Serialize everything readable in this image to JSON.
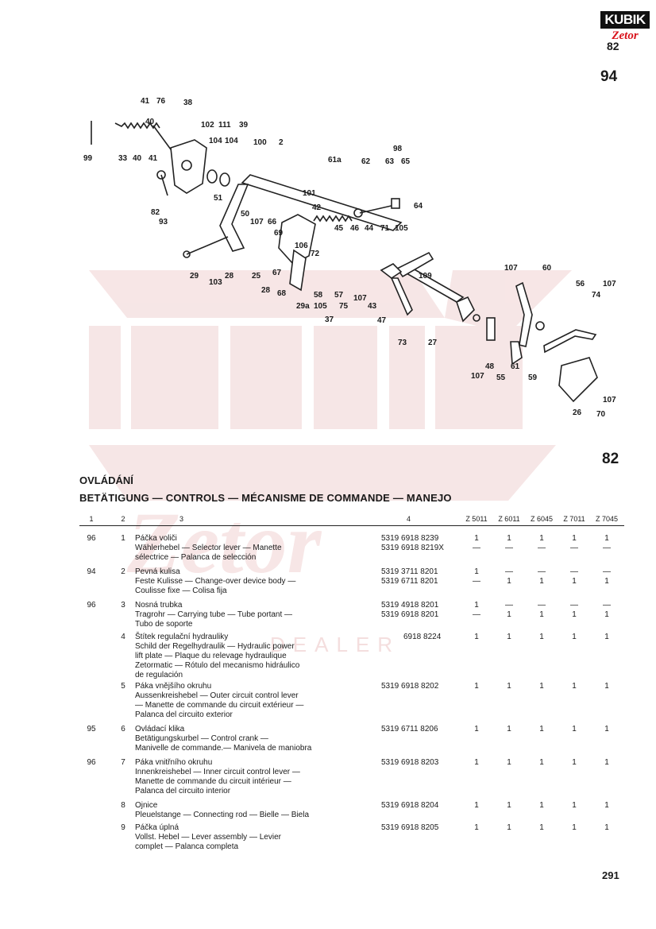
{
  "logo": {
    "line1": "KUBIK",
    "line2": "Zetor",
    "line3": "82"
  },
  "page_number_top": "94",
  "figure_number": "82",
  "section": {
    "title_cz": "OVLÁDÁNÍ",
    "title_multi": "BETÄTIGUNG — CONTROLS — MÉCANISME DE COMMANDE — MANEJO"
  },
  "table": {
    "headers": [
      "1",
      "2",
      "3",
      "4",
      "Z 5011",
      "Z 6011",
      "Z 6045",
      "Z 7011",
      "Z 7045"
    ],
    "rows": [
      {
        "fig": "96",
        "pos": "1",
        "desc": [
          "Páčka voliči",
          "Wählerhebel — Selector lever — Manette",
          "sélectrice — Palanca de selección"
        ],
        "parts": [
          {
            "no": "5319 6918 8239",
            "qty": [
              "1",
              "1",
              "1",
              "1",
              "1"
            ]
          },
          {
            "no": "5319 6918 8219X",
            "qty": [
              "—",
              "—",
              "—",
              "—",
              "—"
            ]
          }
        ]
      },
      {
        "fig": "94",
        "pos": "2",
        "desc": [
          "Pevná kulisa",
          "Feste Kulisse — Change-over device body —",
          "Coulisse fixe — Colisa fija"
        ],
        "parts": [
          {
            "no": "5319 3711 8201",
            "qty": [
              "1",
              "—",
              "—",
              "—",
              "—"
            ]
          },
          {
            "no": "5319 6711 8201",
            "qty": [
              "—",
              "1",
              "1",
              "1",
              "1"
            ]
          }
        ]
      },
      {
        "fig": "96",
        "pos": "3",
        "desc": [
          "Nosná trubka",
          "Tragrohr — Carrying tube — Tube portant —",
          "Tubo de soporte"
        ],
        "parts": [
          {
            "no": "5319 4918 8201",
            "qty": [
              "1",
              "—",
              "—",
              "—",
              "—"
            ]
          },
          {
            "no": "5319 6918 8201",
            "qty": [
              "—",
              "1",
              "1",
              "1",
              "1"
            ]
          }
        ]
      },
      {
        "fig": "",
        "pos": "4",
        "desc": [
          "Štítek regulační hydrauliky",
          "Schild der Regelhydraulik — Hydraulic power",
          "lift plate — Plaque du relevage hydraulique",
          "Zetormatic — Rótulo del mecanismo hidráulico",
          "de regulación"
        ],
        "parts": [
          {
            "no": "6918 8224",
            "qty": [
              "1",
              "1",
              "1",
              "1",
              "1"
            ]
          }
        ]
      },
      {
        "fig": "",
        "pos": "5",
        "desc": [
          "Páka vnějšího okruhu",
          "Aussenkreishebel — Outer circuit control lever",
          "— Manette de commande du circuit extérieur —",
          "Palanca del circuito exterior"
        ],
        "parts": [
          {
            "no": "5319 6918 8202",
            "qty": [
              "1",
              "1",
              "1",
              "1",
              "1"
            ]
          }
        ]
      },
      {
        "fig": "95",
        "pos": "6",
        "desc": [
          "Ovládací klika",
          "Betätigungskurbel — Control crank —",
          "Manivelle de commande.— Manivela de maniobra"
        ],
        "parts": [
          {
            "no": "5319 6711 8206",
            "qty": [
              "1",
              "1",
              "1",
              "1",
              "1"
            ]
          }
        ]
      },
      {
        "fig": "96",
        "pos": "7",
        "desc": [
          "Páka vnitřního okruhu",
          "Innenkreishebel — Inner circuit control lever —",
          "Manette de commande du circuit intérieur —",
          "Palanca del circuito interior"
        ],
        "parts": [
          {
            "no": "5319 6918 8203",
            "qty": [
              "1",
              "1",
              "1",
              "1",
              "1"
            ]
          }
        ]
      },
      {
        "fig": "",
        "pos": "8",
        "desc": [
          "Ojnice",
          "Pleuelstange — Connecting rod — Bielle — Biela"
        ],
        "parts": [
          {
            "no": "5319 6918 8204",
            "qty": [
              "1",
              "1",
              "1",
              "1",
              "1"
            ]
          }
        ]
      },
      {
        "fig": "",
        "pos": "9",
        "desc": [
          "Páčka úplná",
          "Vollst. Hebel — Lever assembly — Levier",
          "complet — Palanca completa"
        ],
        "parts": [
          {
            "no": "5319 6918 8205",
            "qty": [
              "1",
              "1",
              "1",
              "1",
              "1"
            ]
          }
        ]
      }
    ]
  },
  "diagram_labels": [
    "41",
    "76",
    "38",
    "40",
    "99",
    "33",
    "40",
    "41",
    "102",
    "111",
    "39",
    "104",
    "104",
    "100",
    "2",
    "93",
    "82",
    "51",
    "50",
    "107",
    "61a",
    "98",
    "62",
    "63",
    "65",
    "64",
    "101",
    "42",
    "45",
    "46",
    "44",
    "71",
    "105",
    "66",
    "69",
    "106",
    "72",
    "29",
    "103",
    "28",
    "25",
    "67",
    "68",
    "28",
    "58",
    "57",
    "105",
    "29a",
    "75",
    "37",
    "107",
    "43",
    "109",
    "107",
    "60",
    "56",
    "107",
    "74",
    "47",
    "73",
    "27",
    "107",
    "48",
    "55",
    "61",
    "59",
    "26",
    "70",
    "107"
  ],
  "footer_page": "291"
}
